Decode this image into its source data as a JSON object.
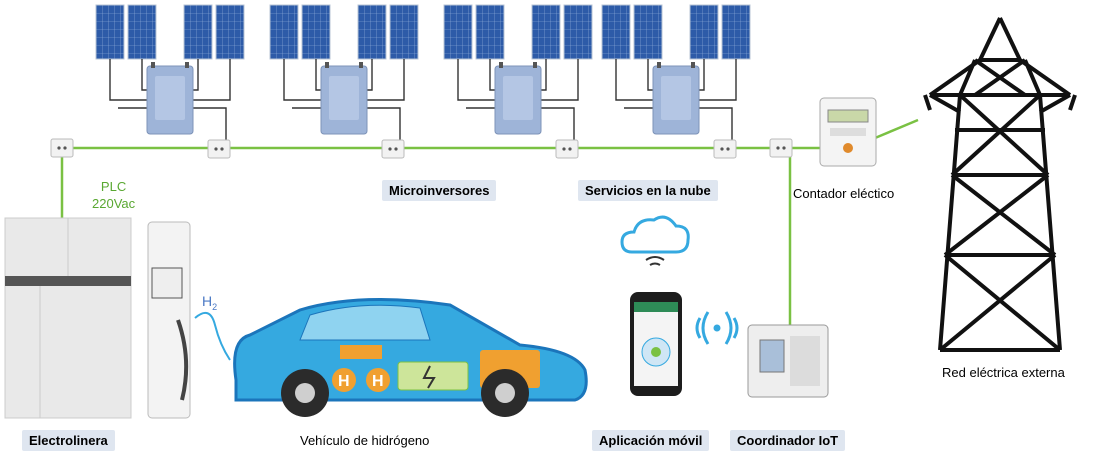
{
  "labels": {
    "microinverters": "Microinversores",
    "cloud_services": "Servicios en la nube",
    "meter": "Contador eléctico",
    "grid": "Red eléctrica externa",
    "station": "Electrolinera",
    "vehicle": "Vehículo de hidrógeno",
    "app": "Aplicación móvil",
    "coordinator": "Coordinador IoT"
  },
  "plc": {
    "line1": "PLC",
    "line2": "220Vac"
  },
  "h2": {
    "symbol": "H",
    "subscript": "2"
  },
  "car": {
    "tank_letter": "H"
  },
  "colors": {
    "power_line": "#7ac143",
    "panel": "#2d5ba8",
    "car_body": "#35a9e0",
    "car_accent": "#f0a030",
    "label_box": "#dfe6f0",
    "tower": "#111111"
  },
  "icons": [
    "solar-panel-icon",
    "microinverter-icon",
    "outlet-icon",
    "cloud-icon",
    "wifi-icon",
    "smartphone-icon",
    "meter-icon",
    "transmission-tower-icon",
    "charging-station-icon",
    "electrolyzer-icon",
    "hydrogen-car-icon"
  ]
}
